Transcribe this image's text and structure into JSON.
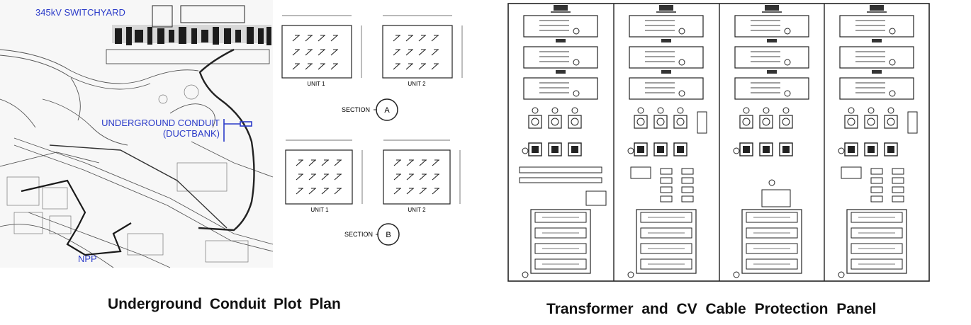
{
  "left_figure": {
    "switchyard_label": "345kV SWITCHYARD",
    "conduit_label_line1": "UNDERGROUND CONDUIT",
    "conduit_label_line2": "(DUCTBANK)",
    "npp_label": "NPP",
    "accent_color": "#2b3bc9",
    "caption": "Underground  Conduit  Plot Plan"
  },
  "sections": {
    "a": {
      "label": "SECTION",
      "mark": "A",
      "units": [
        "UNIT 1",
        "UNIT 2"
      ]
    },
    "b": {
      "label": "SECTION",
      "mark": "B",
      "units": [
        "UNIT 1",
        "UNIT 2"
      ]
    }
  },
  "right_figure": {
    "caption": "Transformer  and  CV  Cable  Protection  Panel",
    "panel_count": 4
  }
}
